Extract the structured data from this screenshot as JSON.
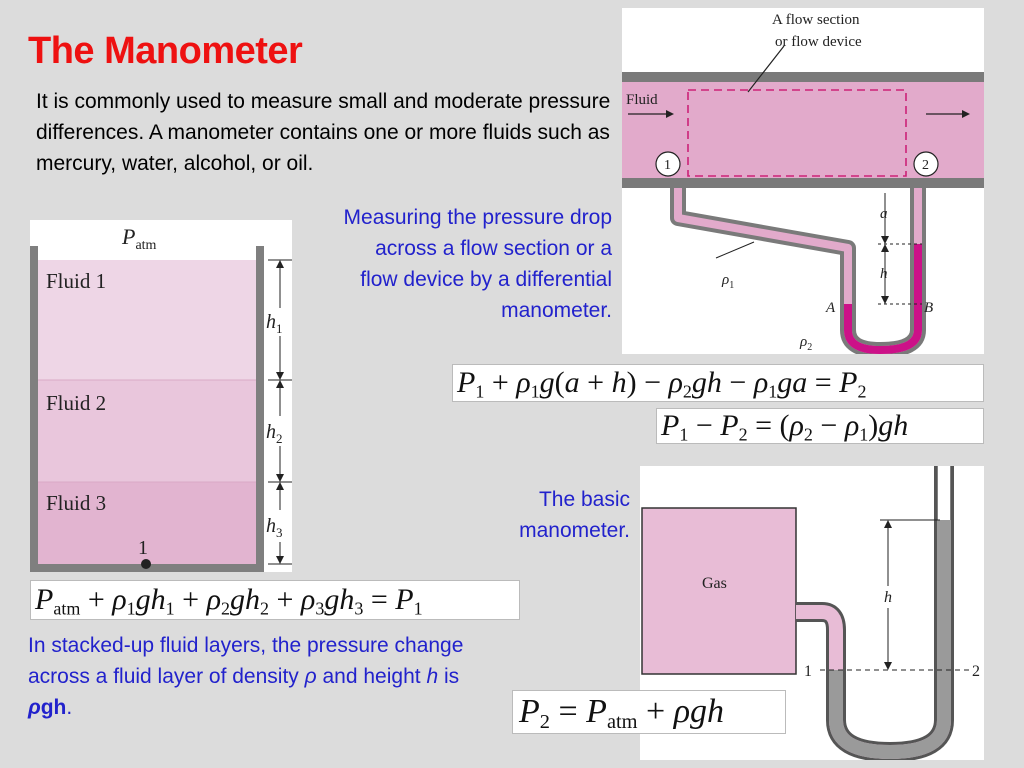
{
  "slide": {
    "title": "The Manometer",
    "intro": "It is commonly used to measure small and moderate pressure differences. A manometer contains one or more fluids such as mercury, water, alcohol, or oil."
  },
  "captions": {
    "flow": "Measuring the pressure drop across a flow section or a flow device by a differential manometer.",
    "basic": "The basic manometer.",
    "stacked_part1": "In stacked-up fluid layers, the pressure change across a fluid layer of density ",
    "stacked_rho": "ρ",
    "stacked_part2": " and height ",
    "stacked_h": "h",
    "stacked_part3": " is ",
    "stacked_rhogh_rho": "ρ",
    "stacked_rhogh_gh": "gh",
    "stacked_part4": "."
  },
  "equations": {
    "differential_full": "P1 + ρ1g(a + h) − ρ2gh − ρ1ga = P2",
    "differential_result": "P1 − P2 = (ρ2 − ρ1)gh",
    "stacked": "Patm + ρ1gh1 + ρ2gh2 + ρ3gh3 = P1",
    "basic": "P2 = Patm + ρgh"
  },
  "figure_stacked": {
    "top_label": "P",
    "top_label_sub": "atm",
    "fluids": [
      "Fluid 1",
      "Fluid 2",
      "Fluid 3"
    ],
    "heights": [
      "h",
      "h",
      "h"
    ],
    "height_subs": [
      "1",
      "2",
      "3"
    ],
    "point_label": "1",
    "fluid_colors": [
      "#eed6e6",
      "#e9c6dc",
      "#e2b4d0"
    ]
  },
  "figure_flow": {
    "callout": "A flow section",
    "callout2": "or flow device",
    "fluid_label": "Fluid",
    "point1": "1",
    "point2": "2",
    "label_a": "a",
    "label_h": "h",
    "label_rho1": "ρ",
    "label_rho1_sub": "1",
    "label_rho2": "ρ",
    "label_rho2_sub": "2",
    "label_A": "A",
    "label_B": "B",
    "pipe_color": "#e2aacb",
    "mercury_color": "#cc1188"
  },
  "figure_basic": {
    "gas_label": "Gas",
    "label_h": "h",
    "level1": "1",
    "level2": "2",
    "gas_color": "#e8bcd6",
    "liquid_color": "#9a9a9a"
  }
}
